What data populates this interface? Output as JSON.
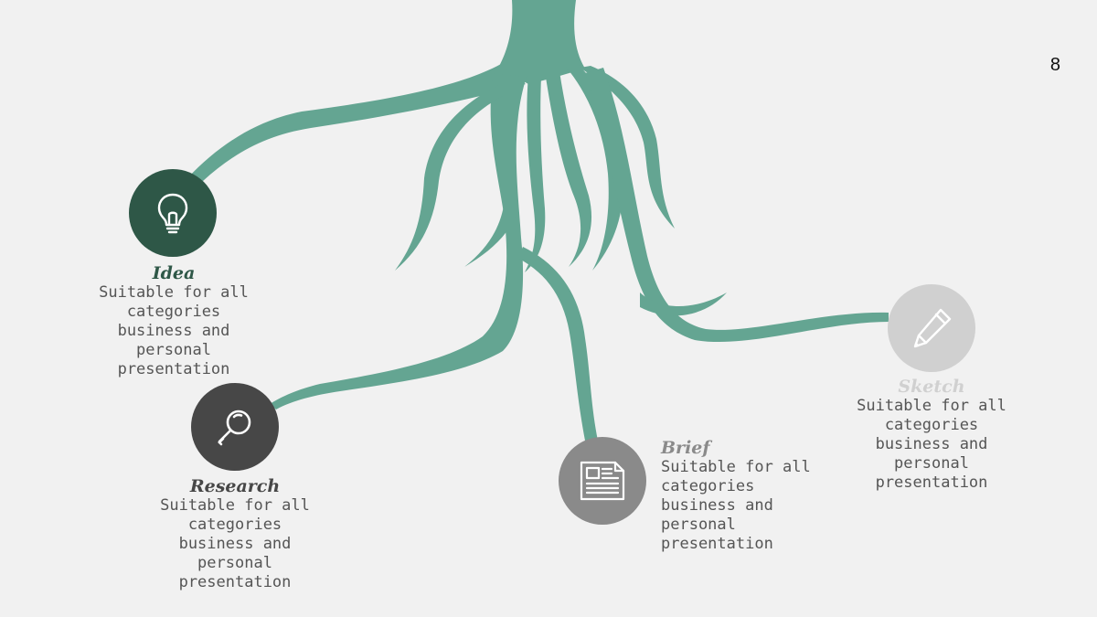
{
  "slide": {
    "page_number": "8"
  },
  "colors": {
    "background": "#f1f1f1",
    "root": "#64a592",
    "idea": "#2e5747",
    "research": "#474747",
    "brief": "#8a8a8a",
    "sketch": "#d0d0d0"
  },
  "items": [
    {
      "id": "idea",
      "title": "Idea",
      "description": "Suitable for all categories business and personal presentation",
      "icon": "lightbulb-icon"
    },
    {
      "id": "research",
      "title": "Research",
      "description": "Suitable for all categories business and personal presentation",
      "icon": "magnifier-icon"
    },
    {
      "id": "brief",
      "title": "Brief",
      "description": "Suitable for all categories business and personal presentation",
      "icon": "document-icon"
    },
    {
      "id": "sketch",
      "title": "Sketch",
      "description": "Suitable for all categories business and personal presentation",
      "icon": "pencil-icon"
    }
  ]
}
